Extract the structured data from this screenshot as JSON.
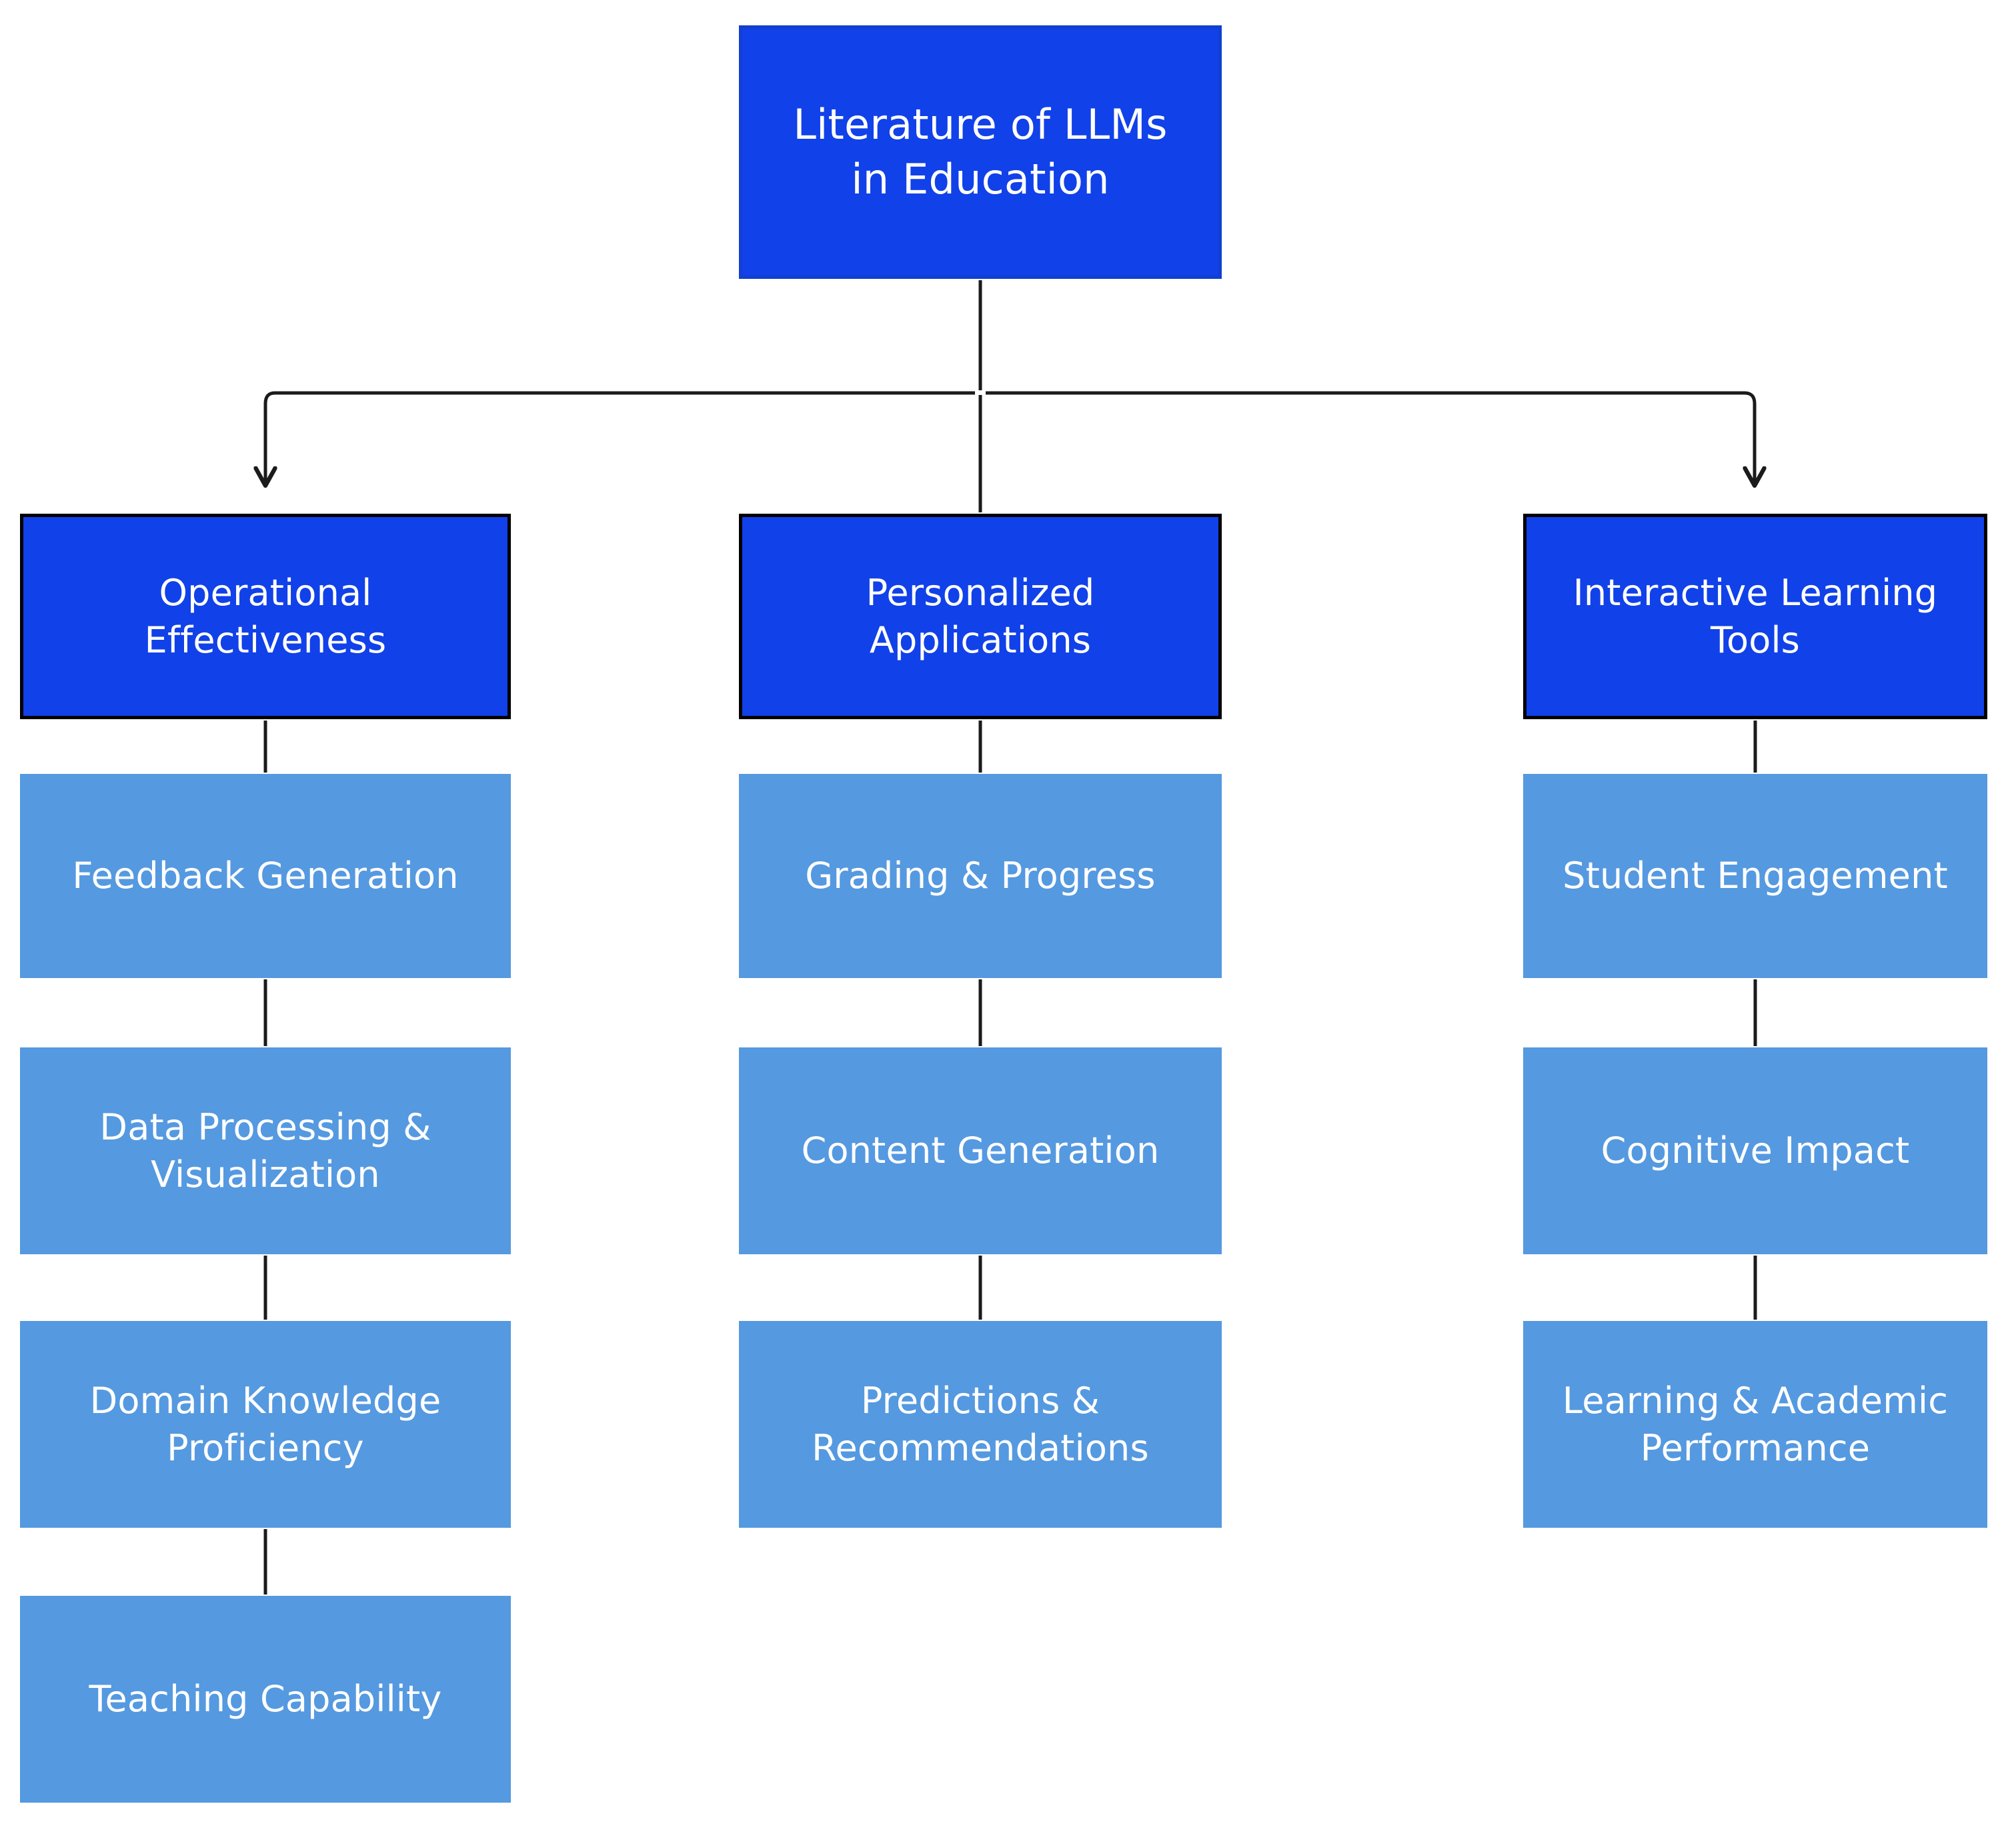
{
  "diagram": {
    "type": "hierarchy-tree",
    "colors": {
      "root_fill": "#1141e8",
      "root_border": "#123fd0",
      "category_fill": "#1141e8",
      "category_border": "#000000",
      "leaf_fill": "#5599e0",
      "text": "#ffffff",
      "edge": "#1b1b1b",
      "background": "#ffffff"
    },
    "root": {
      "label": "Literature of LLMs\nin Education"
    },
    "branches": [
      {
        "label": "Operational\nEffectiveness",
        "children": [
          {
            "label": "Feedback Generation"
          },
          {
            "label": "Data Processing &\nVisualization"
          },
          {
            "label": "Domain Knowledge\nProficiency"
          },
          {
            "label": "Teaching Capability"
          }
        ]
      },
      {
        "label": "Personalized\nApplications",
        "children": [
          {
            "label": "Grading & Progress"
          },
          {
            "label": "Content Generation"
          },
          {
            "label": "Predictions &\nRecommendations"
          }
        ]
      },
      {
        "label": "Interactive Learning\nTools",
        "children": [
          {
            "label": "Student Engagement"
          },
          {
            "label": "Cognitive Impact"
          },
          {
            "label": "Learning & Academic\nPerformance"
          }
        ]
      }
    ]
  }
}
